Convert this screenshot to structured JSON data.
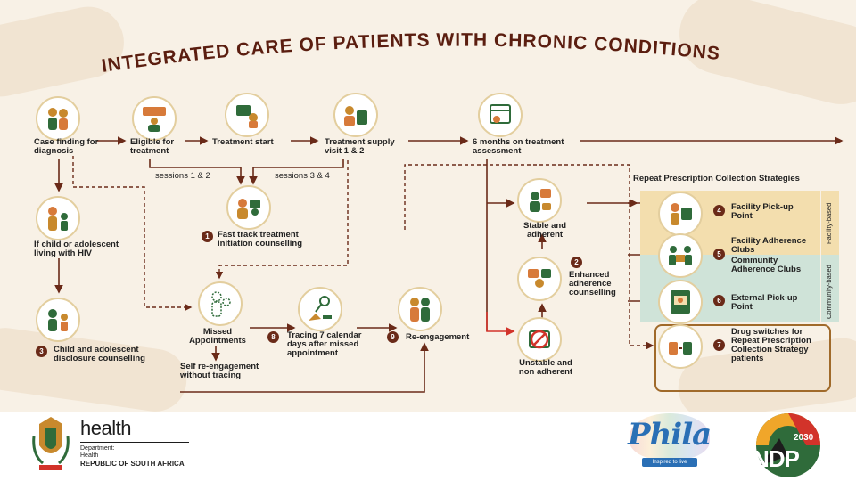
{
  "title": "INTEGRATED CARE OF PATIENTS WITH CHRONIC CONDITIONS",
  "steps": {
    "case_finding": "Case finding for diagnosis",
    "eligible": "Eligible for treatment",
    "treatment_start": "Treatment start",
    "treatment_supply": "Treatment supply visit 1 & 2",
    "six_months": "6 months on treatment assessment",
    "sessions_1_2": "sessions 1 & 2",
    "sessions_3_4": "sessions 3 & 4",
    "fast_track": "Fast track treatment initiation counselling",
    "child_hiv": "If child or adolescent living with HIV",
    "disclosure": "Child and adolescent disclosure counselling",
    "missed": "Missed Appointments",
    "self_reengage": "Self re-engagement without tracing",
    "tracing": "Tracing 7 calendar days after missed appointment",
    "reengagement": "Re-engagement",
    "stable": "Stable and adherent",
    "enhanced": "Enhanced adherence counselling",
    "unstable": "Unstable and non adherent"
  },
  "numbers": [
    "1",
    "2",
    "3",
    "4",
    "5",
    "6",
    "7",
    "8",
    "9"
  ],
  "strategies": {
    "heading": "Repeat Prescription Collection Strategies",
    "facility_pickup": "Facility Pick-up Point",
    "facility_clubs": "Facility Adherence Clubs",
    "community_clubs": "Community Adherence Clubs",
    "external": "External Pick-up Point",
    "drug_switches": "Drug switches for Repeat Prescription Collection Strategy patients",
    "facility_based": "Facility-based",
    "community_based": "Community-based"
  },
  "footer": {
    "health": "health",
    "department": "Department:",
    "dept_name": "Health",
    "country": "REPUBLIC OF SOUTH AFRICA",
    "phila": "Phila",
    "phila_tag": "Inspired to live",
    "ndp_year": "2030",
    "ndp": "NDP"
  },
  "colors": {
    "arrow": "#6a2a18",
    "red_line": "#d2332a",
    "facility_band": "#f3deae",
    "community_band": "#cfe3d8",
    "highlight_box": "#a06a2a"
  },
  "icons": [
    "people-icon",
    "calendar-icon",
    "pills-icon",
    "family-icon",
    "hand-icon"
  ]
}
